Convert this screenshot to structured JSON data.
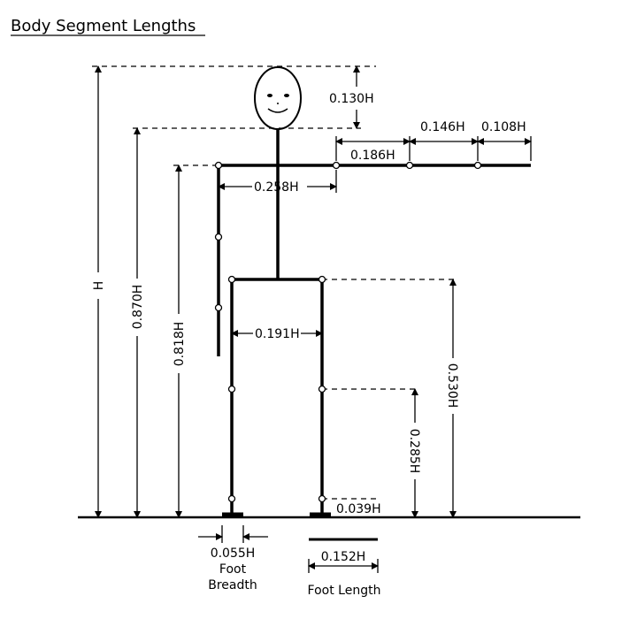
{
  "title": "Body Segment Lengths",
  "labels": {
    "head_height": "0.130H",
    "total_height": "H",
    "shoulder_height": "0.870H",
    "shoulder_width_height": "0.818H",
    "upper_arm": "0.186H",
    "forearm": "0.146H",
    "hand": "0.108H",
    "shoulder_width": "0.258H",
    "hip_width": "0.191H",
    "hip_height": "0.530H",
    "knee_height": "0.285H",
    "ankle_height": "0.039H",
    "foot_breadth_value": "0.055H",
    "foot_breadth_word1": "Foot",
    "foot_breadth_word2": "Breadth",
    "foot_length_value": "0.152H",
    "foot_length_caption": "Foot Length"
  },
  "colors": {
    "ink": "#000000",
    "background": "#ffffff"
  }
}
